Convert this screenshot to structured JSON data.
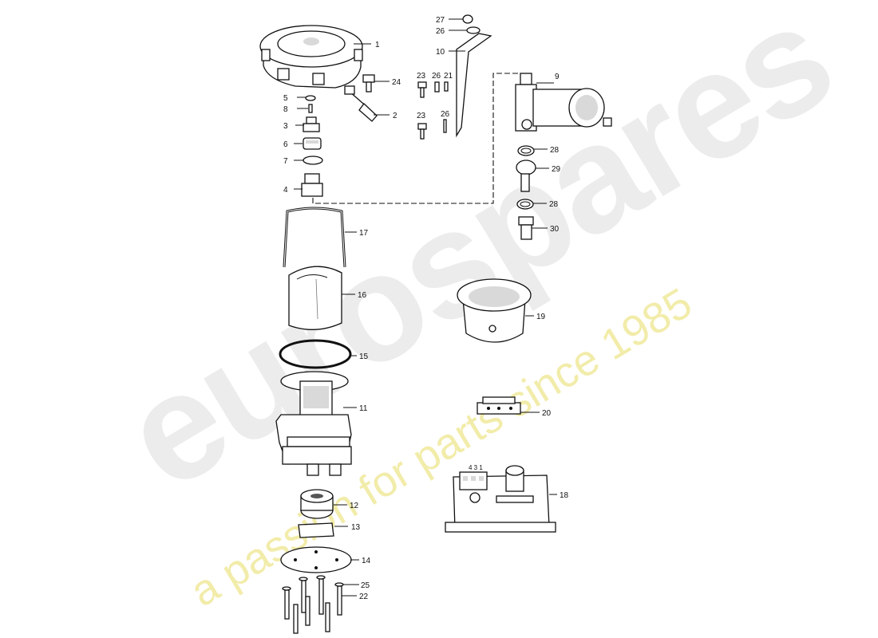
{
  "watermark": {
    "logo_text": "eurospares",
    "tagline": "a passion for parts since 1985",
    "colors": {
      "logo": "#ececec",
      "tagline": "#f2ecaa"
    }
  },
  "terminal_label": "4 3 1",
  "callouts": {
    "c1": "1",
    "c2": "2",
    "c3": "3",
    "c4": "4",
    "c5": "5",
    "c6": "6",
    "c7": "7",
    "c8": "8",
    "c9": "9",
    "c10": "10",
    "c11": "11",
    "c12": "12",
    "c13": "13",
    "c14": "14",
    "c15": "15",
    "c16": "16",
    "c17": "17",
    "c18": "18",
    "c19": "19",
    "c20": "20",
    "c21": "21",
    "c22": "22",
    "c23a": "23",
    "c23b": "23",
    "c24": "24",
    "c25": "25",
    "c26a": "26",
    "c26b": "26",
    "c26c": "26",
    "c27": "27",
    "c28a": "28",
    "c28b": "28",
    "c29": "29",
    "c30": "30"
  }
}
